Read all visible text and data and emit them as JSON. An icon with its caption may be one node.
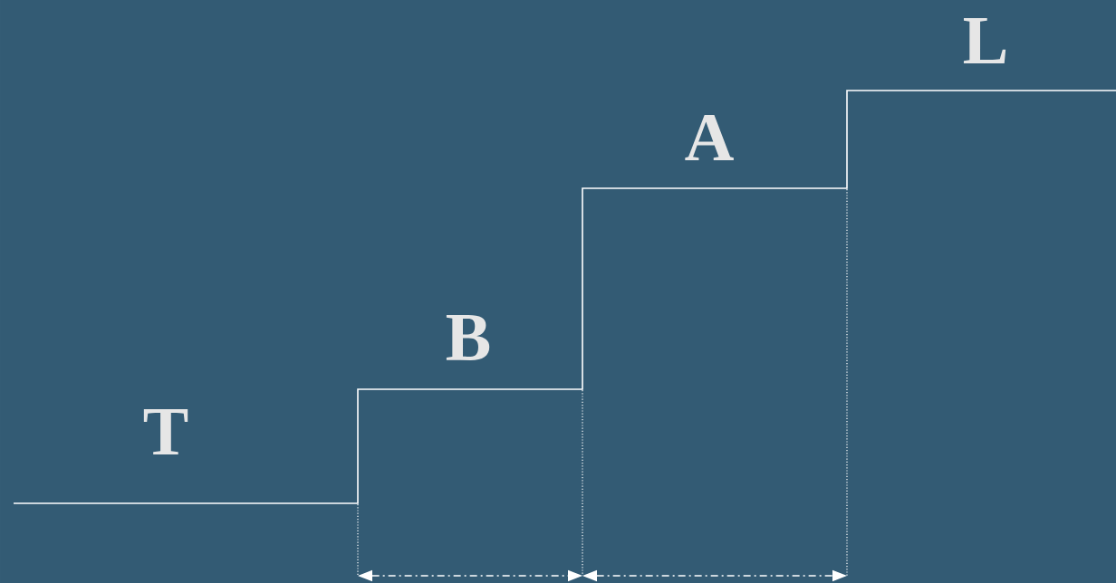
{
  "diagram": {
    "labels": [
      "T",
      "B",
      "A",
      "L"
    ]
  }
}
